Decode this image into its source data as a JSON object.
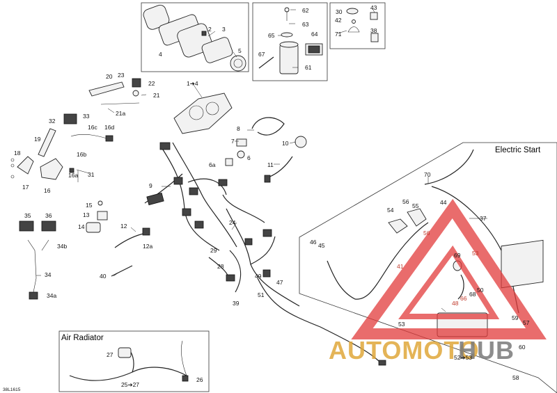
{
  "sections": {
    "electric_start": "Electric Start",
    "air_radiator": "Air Radiator"
  },
  "footer_code": "38L1615",
  "watermark": {
    "text_a": "AUTOMOTO",
    "text_b": "HUB",
    "color_a": "#e0a83a",
    "color_b": "#7a7a7a",
    "logo_color": "#e23b3b"
  },
  "callouts": {
    "c1_4": "1➔4",
    "c2": "2",
    "c3": "3",
    "c4": "4",
    "c5": "5",
    "c6": "6",
    "c6a": "6a",
    "c7": "7",
    "c8": "8",
    "c9": "9",
    "c10": "10",
    "c11": "11",
    "c12": "12",
    "c12a": "12a",
    "c13": "13",
    "c14": "14",
    "c15": "15",
    "c16": "16",
    "c16a": "16a",
    "c16b": "16b",
    "c16c": "16c",
    "c16d": "16d",
    "c17": "17",
    "c18": "18",
    "c19": "19",
    "c20": "20",
    "c21": "21",
    "c21a": "21a",
    "c22": "22",
    "c23": "23",
    "c24": "24",
    "c25_27": "25➔27",
    "c26": "26",
    "c27": "27",
    "c28": "28",
    "c29": "29",
    "c30": "30",
    "c31": "31",
    "c32": "32",
    "c33": "33",
    "c34": "34",
    "c34a": "34a",
    "c34b": "34b",
    "c35": "35",
    "c36": "36",
    "c37": "37",
    "c38": "38",
    "c39": "39",
    "c40": "40",
    "c41": "41",
    "c42": "42",
    "c43": "43",
    "c44": "44",
    "c45": "45",
    "c46": "46",
    "c47": "47",
    "c48": "48",
    "c49": "49",
    "c50": "50",
    "c51": "51",
    "c52_53": "52➔53",
    "c53a": "53",
    "c53b": "53",
    "c54": "54",
    "c55": "55",
    "c56a": "56",
    "c56b": "56",
    "c57": "57",
    "c58": "58",
    "c59": "59",
    "c60": "60",
    "c61": "61",
    "c62": "62",
    "c63": "63",
    "c64": "64",
    "c65": "65",
    "c66": "66",
    "c67": "67",
    "c68": "68",
    "c69": "69",
    "c70": "70",
    "c71": "71"
  }
}
